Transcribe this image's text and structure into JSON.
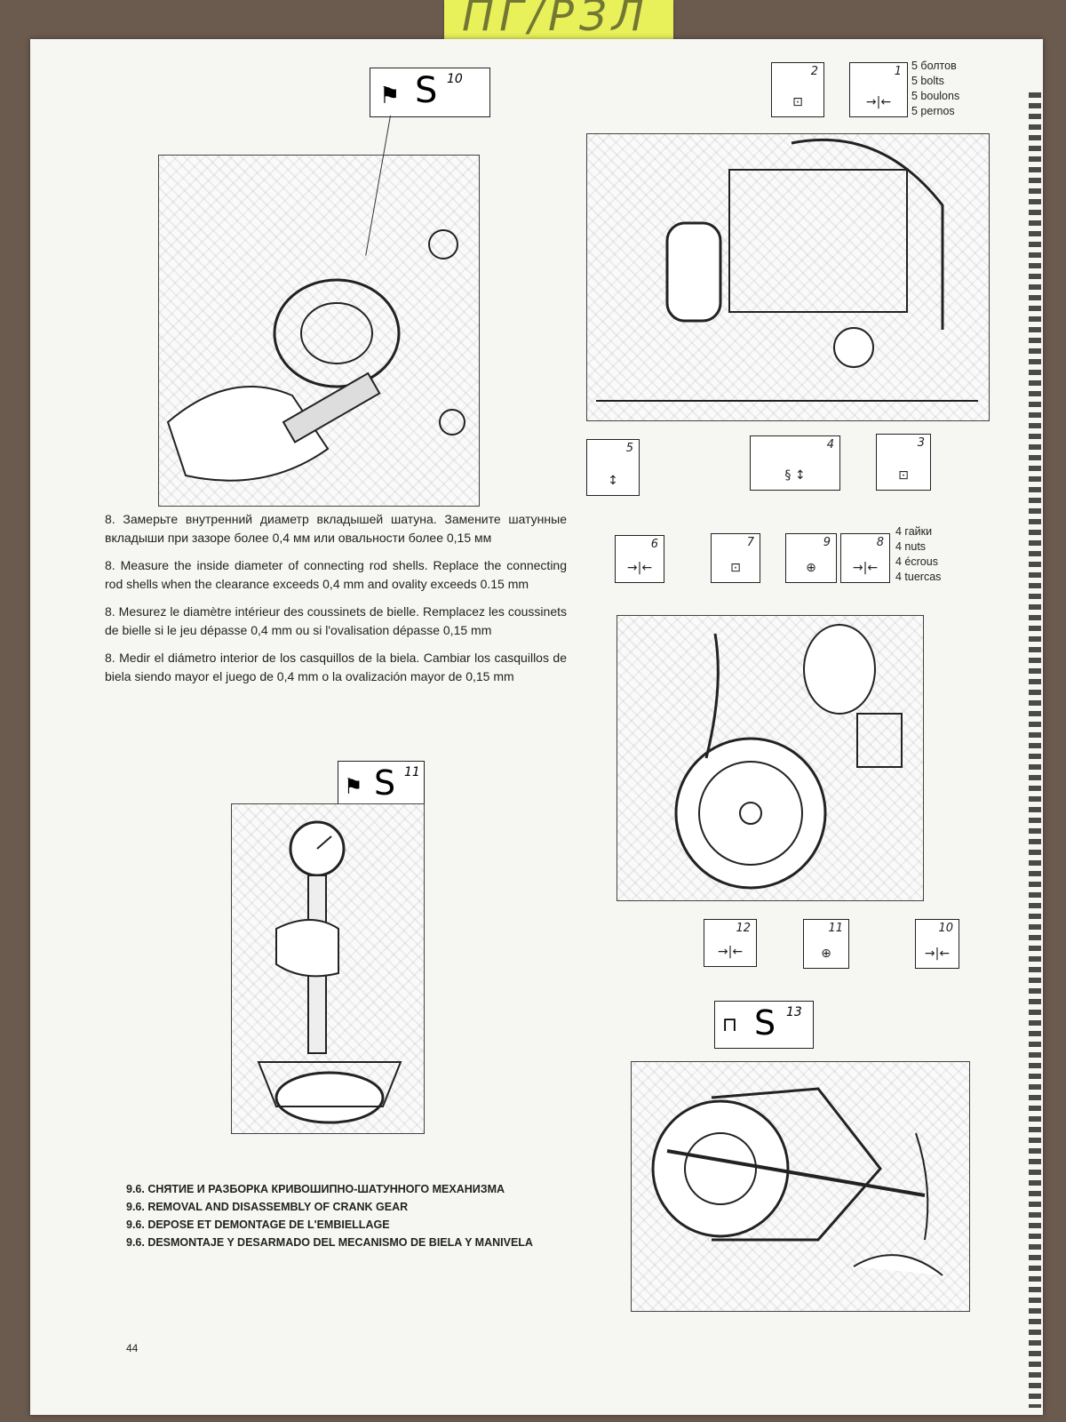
{
  "sticky_note": {
    "text": "ПГ/РЗЛ"
  },
  "symbols": {
    "s10": {
      "letter": "S",
      "num": "10"
    },
    "s11": {
      "letter": "S",
      "num": "11"
    },
    "s13": {
      "letter": "S",
      "num": "13"
    },
    "b1": "1",
    "b2": "2",
    "b3": "3",
    "b4": "4",
    "b5": "5",
    "b6": "6",
    "b7": "7",
    "b8": "8",
    "b9": "9",
    "b10": "10",
    "b11": "11",
    "b12": "12"
  },
  "top_right_labels": [
    "5 болтов",
    "5 bolts",
    "5 boulons",
    "5 pernos"
  ],
  "mid_right_labels": [
    "4 гайки",
    "4 nuts",
    "4 écrous",
    "4 tuercas"
  ],
  "step8": {
    "ru": "8. Замерьте внутренний диаметр вкладышей шатуна. Замените шатунные вкладыши при зазоре более 0,4 мм или овальности более 0,15 мм",
    "en": "8. Measure the inside diameter of connecting rod shells. Replace the connecting rod shells when the clearance exceeds 0,4 mm and ovality exceeds 0.15 mm",
    "fr": "8. Mesurez le diamètre intérieur des coussinets de bielle. Remplacez les coussinets de bielle si le jeu dépasse 0,4 mm ou si l'ovalisation dépasse 0,15 mm",
    "es": "8. Medir el diámetro interior de los casquillos de la biela. Cambiar los casquillos de biela siendo mayor el juego de 0,4 mm o la ovalización mayor de 0,15 mm"
  },
  "section_heading": {
    "ru": "9.6. СНЯТИЕ И РАЗБОРКА КРИВОШИПНО-ШАТУННОГО МЕХАНИЗМА",
    "en": "9.6. REMOVAL AND DISASSEMBLY OF CRANK GEAR",
    "fr": "9.6. DEPOSE ET DEMONTAGE DE L'EMBIELLAGE",
    "es": "9.6. DESMONTAJE Y DESARMADO DEL MECANISMO DE BIELA Y MANIVELA"
  },
  "page_number": "44"
}
